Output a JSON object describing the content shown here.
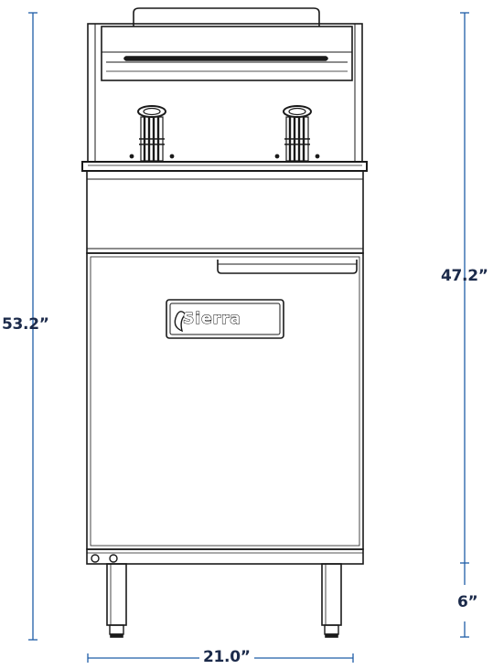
{
  "dimensions": {
    "overall_height": "53.2”",
    "body_height": "47.2”",
    "leg_height": "6”",
    "width": "21.0”"
  },
  "brand": {
    "logo_text": "Sierra"
  },
  "colors": {
    "dimension_line": "#1f5ea8",
    "dimension_text": "#1b2a4a",
    "outline": "#1a1a1a"
  }
}
